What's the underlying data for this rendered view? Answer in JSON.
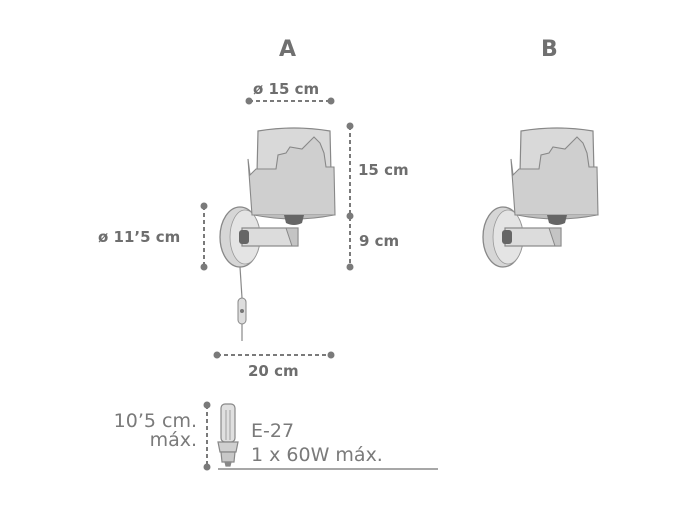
{
  "variants": {
    "a_label": "A",
    "b_label": "B"
  },
  "dimensions": {
    "shade_diameter": "ø 15 cm",
    "shade_height": "15 cm",
    "arm_height": "9 cm",
    "base_diameter": "ø 11’5 cm",
    "depth": "20 cm"
  },
  "bulb": {
    "max_length_line1": "10’5 cm.",
    "max_length_line2": "máx.",
    "socket": "E-27",
    "power": "1 x 60W máx."
  },
  "colors": {
    "line": "#7a7a7a",
    "fill": "#d9d9d9",
    "dark": "#6a6a6a"
  }
}
